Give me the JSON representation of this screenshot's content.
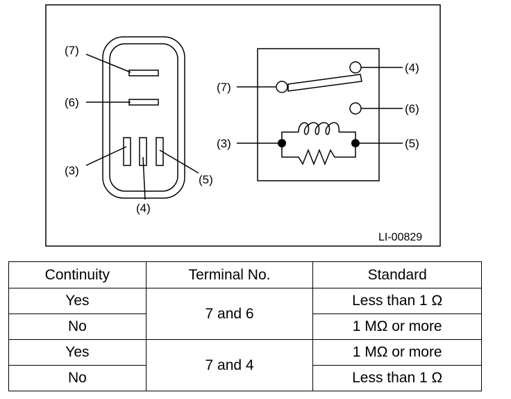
{
  "diagram": {
    "code": "LI-00829",
    "connector_labels": {
      "t7": "(7)",
      "t6": "(6)",
      "t3": "(3)",
      "t4": "(4)",
      "t5": "(5)"
    },
    "schematic_labels": {
      "t7": "(7)",
      "t4": "(4)",
      "t6": "(6)",
      "t3": "(3)",
      "t5": "(5)"
    }
  },
  "table": {
    "headers": {
      "continuity": "Continuity",
      "terminal": "Terminal No.",
      "standard": "Standard"
    },
    "rows": [
      {
        "continuity": "Yes",
        "standard": "Less than 1 Ω"
      },
      {
        "continuity": "No",
        "standard": "1 MΩ or more"
      },
      {
        "continuity": "Yes",
        "standard": "1 MΩ or more"
      },
      {
        "continuity": "No",
        "standard": "Less than 1 Ω"
      }
    ],
    "terminal_groups": [
      "7 and 6",
      "7 and 4"
    ]
  }
}
